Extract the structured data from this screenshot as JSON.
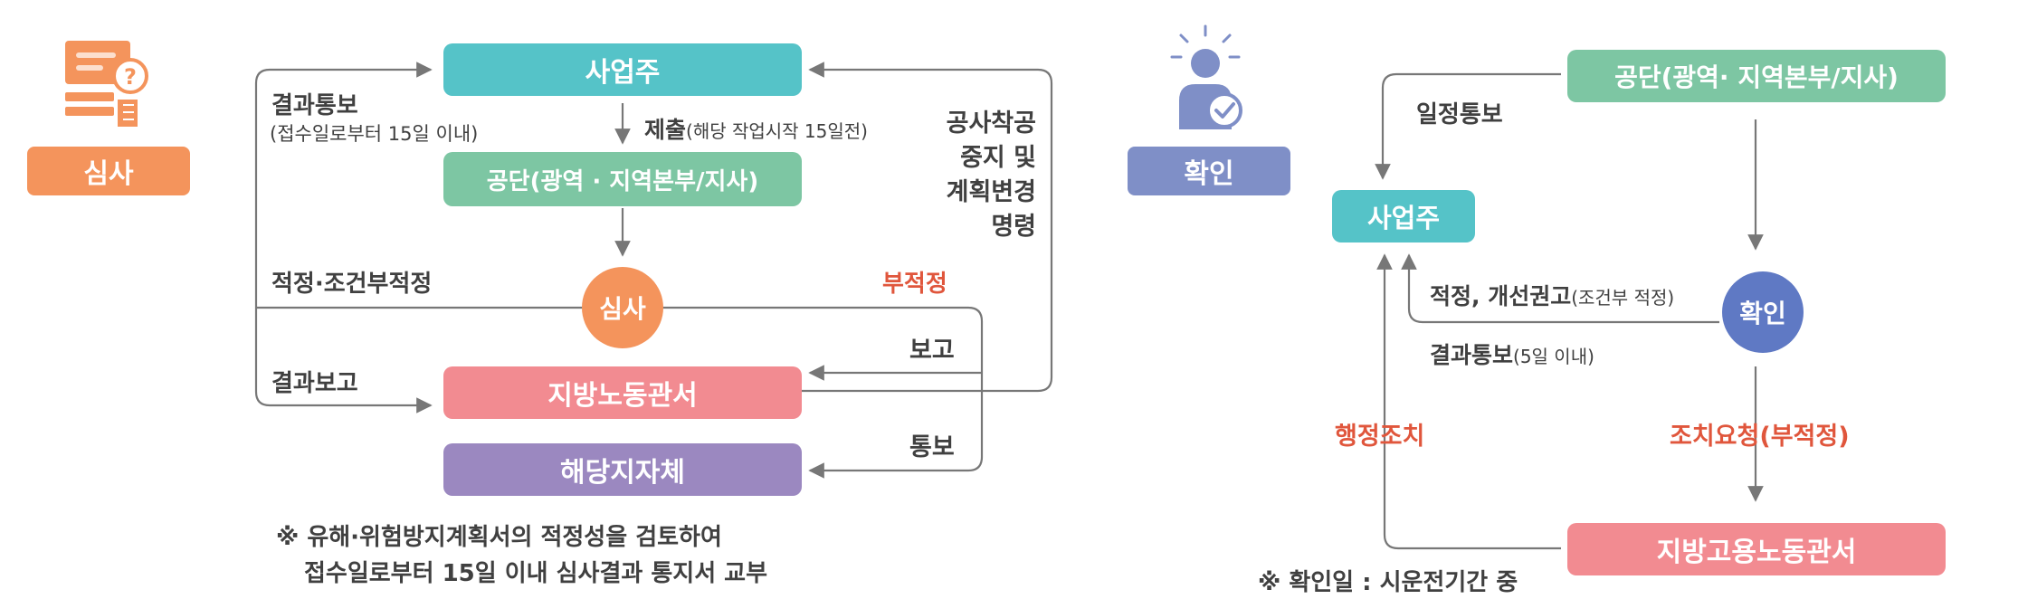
{
  "colors": {
    "orange": "#F4945C",
    "teal": "#55C3C8",
    "green": "#7DC6A3",
    "pink": "#F28B91",
    "purple": "#9B88C0",
    "blue_badge": "#7F8FC7",
    "blue_circle": "#5F79C4",
    "red_text": "#E0563C",
    "line": "#777777"
  },
  "left": {
    "badge": "심사",
    "icon": "document-question-icon",
    "box_owner": "사업주",
    "box_agency": "공단(광역 · 지역본부/지사)",
    "circle": "심사",
    "box_labor_office": "지방노동관서",
    "box_local_gov": "해당지자체",
    "label_result_notice": "결과통보",
    "label_result_notice_sub": "(접수일로부터 15일 이내)",
    "label_submit": "제출",
    "label_submit_sub": "(해당 작업시작 15일전)",
    "label_order_lines": [
      "공사착공",
      "중지 및",
      "계획변경",
      "명령"
    ],
    "label_suitable": "적정·조건부적정",
    "label_unsuitable": "부적정",
    "label_report": "보고",
    "label_result_report": "결과보고",
    "label_notify": "통보",
    "note_line1": "※ 유해·위험방지계획서의 적정성을 검토하여",
    "note_line2": "접수일로부터 15일 이내 심사결과 통지서 교부"
  },
  "right": {
    "badge": "확인",
    "icon": "person-check-icon",
    "box_agency": "공단(광역· 지역본부/지사)",
    "box_owner": "사업주",
    "circle": "확인",
    "box_labor_office": "지방고용노동관서",
    "label_schedule": "일정통보",
    "label_suitable": "적정, 개선권고",
    "label_suitable_sub": "(조건부 적정)",
    "label_result_notice": "결과통보",
    "label_result_notice_sub": "(5일 이내)",
    "label_admin_action": "행정조치",
    "label_action_request": "조치요청(부적정)",
    "note": "※ 확인일 : 시운전기간 중"
  }
}
